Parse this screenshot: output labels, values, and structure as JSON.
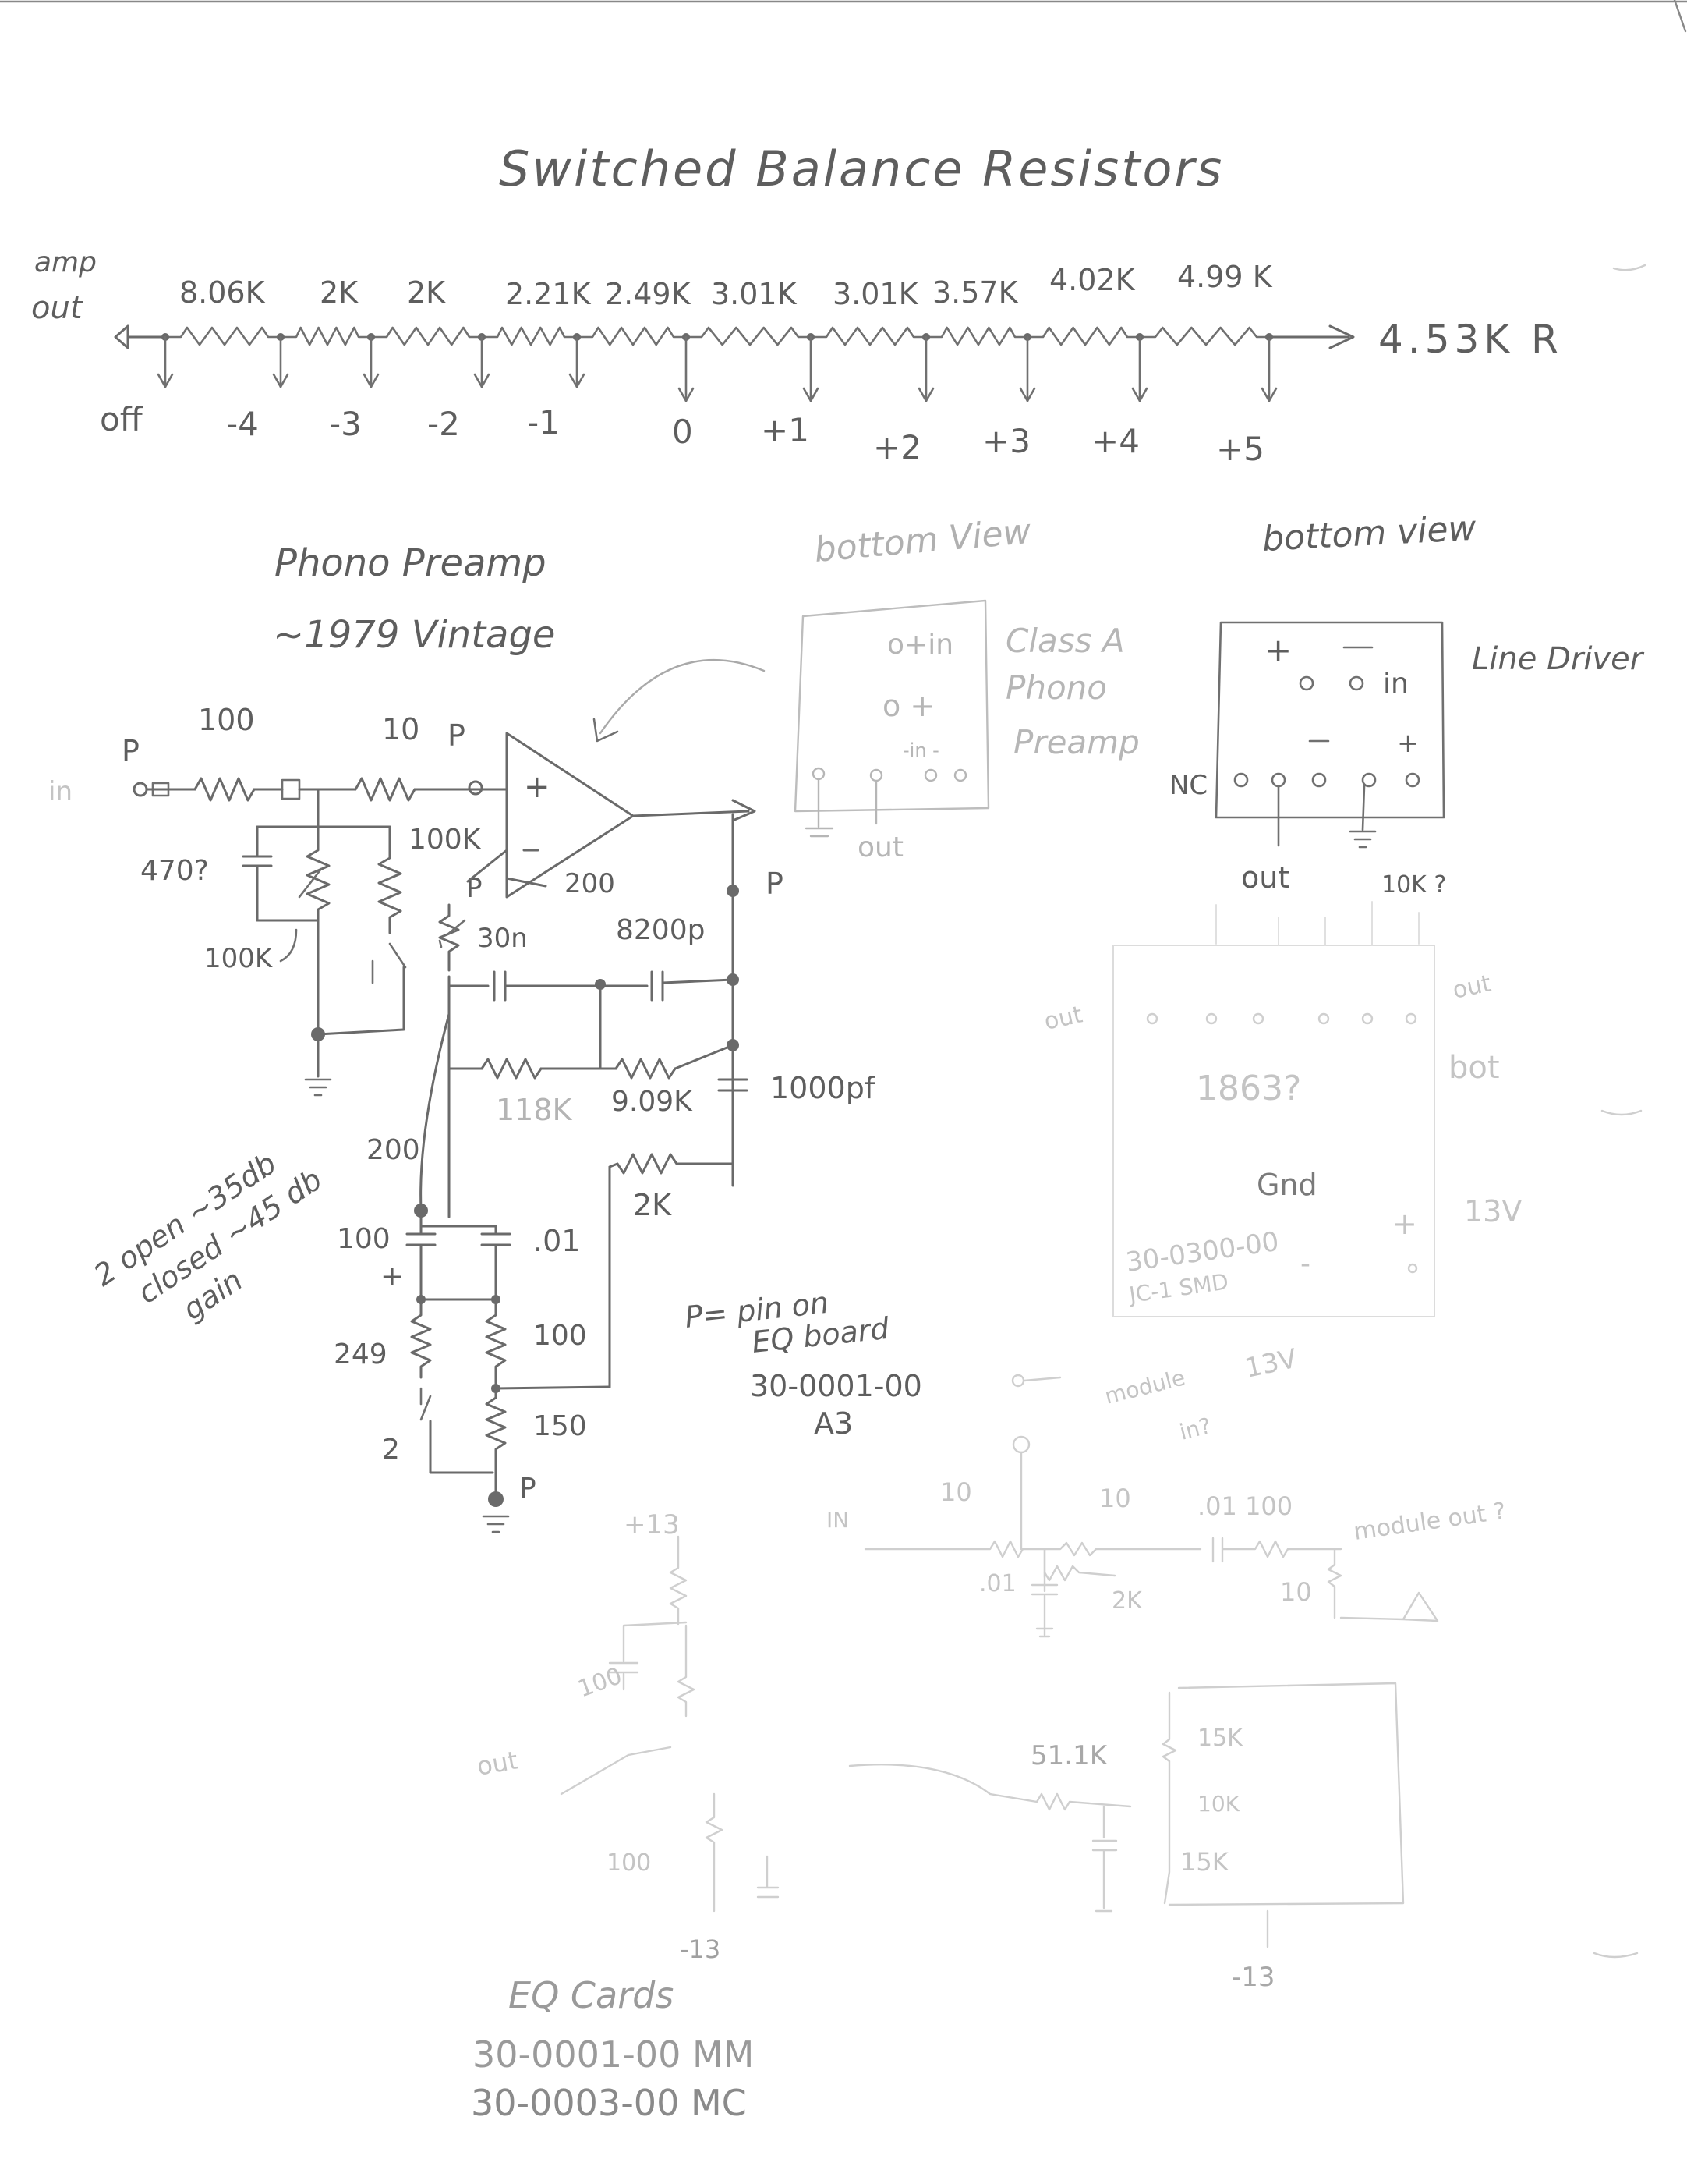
{
  "balance": {
    "title": "Switched Balance Resistors",
    "amp_out": [
      "amp",
      "out"
    ],
    "resistors": [
      "8.06K",
      "2K",
      "2K",
      "2.21K",
      "2.49K",
      "3.01K",
      "3.01K",
      "3.57K",
      "4.02K",
      "4.99 K"
    ],
    "end_label": "4.53K R",
    "positions": [
      "off",
      "-4",
      "-3",
      "-2",
      "-1",
      "0",
      "+1",
      "+2",
      "+3",
      "+4",
      "+5"
    ]
  },
  "phono": {
    "title": "Phono Preamp",
    "subtitle": "~1979 Vintage",
    "in_label": "in",
    "p": "P",
    "r_in": "100",
    "r_in2": "10",
    "cap_in": "470?",
    "r_100k": "100K",
    "r_100k_b": "100K",
    "r_200": "200",
    "c_30n": "30n",
    "c_8200p": "8200p",
    "r_118k": "118K",
    "r_909k": "9.09K",
    "c_1000pf": "1000pf",
    "r_2k": "2K",
    "r_200b": "200",
    "c_100": "100",
    "plus": "+",
    "c_01": ".01",
    "r_249": "249",
    "r_100b": "100",
    "r_150": "150",
    "sw": "2",
    "gain_note": [
      "2 open ~35db",
      "closed ~45 db",
      "gain"
    ],
    "p_note": [
      "P= pin on",
      "EQ board",
      "30-0001-00",
      "A3"
    ]
  },
  "module1": {
    "title": "bottom View",
    "pin_top": "o+in",
    "pin_plus": "o +",
    "pin_minus_in": "-in -",
    "out": "out",
    "label": [
      "Class A",
      "Phono",
      "Preamp"
    ]
  },
  "module2": {
    "title": "bottom view",
    "plus": "+",
    "minus": "-",
    "in": "in",
    "nc": "NC",
    "out": "out",
    "r10k": "10K ?",
    "label": "Line Driver"
  },
  "faint_module": {
    "out_left": "out",
    "out_right": "out",
    "bot": "bot",
    "part": "1863?",
    "gnd": "Gnd",
    "v13": "13V",
    "plus": "+",
    "minus": "-",
    "code": [
      "30-0300-00",
      "JC-1 SMD"
    ]
  },
  "faint_circuit": {
    "in": "IN",
    "r10a": "10",
    "r10b": "10",
    "c01": ".01",
    "r100": ".01  100",
    "mod_out": "module out ?",
    "mod_in": [
      "module",
      "in?"
    ],
    "r2k": "2K",
    "c01b": ".01",
    "r10c": "10",
    "v13": "13V",
    "plus13": "+13",
    "c100": "100",
    "out": "out",
    "r100b": "100",
    "minus13a": "-13",
    "r511k": "51.1K",
    "r15ka": "15K",
    "r10k": "10K",
    "r15kb": "15K",
    "minus13b": "-13"
  },
  "eq": {
    "title": "EQ Cards",
    "mm": "30-0001-00  MM",
    "mc": "30-0003-00  MC"
  }
}
